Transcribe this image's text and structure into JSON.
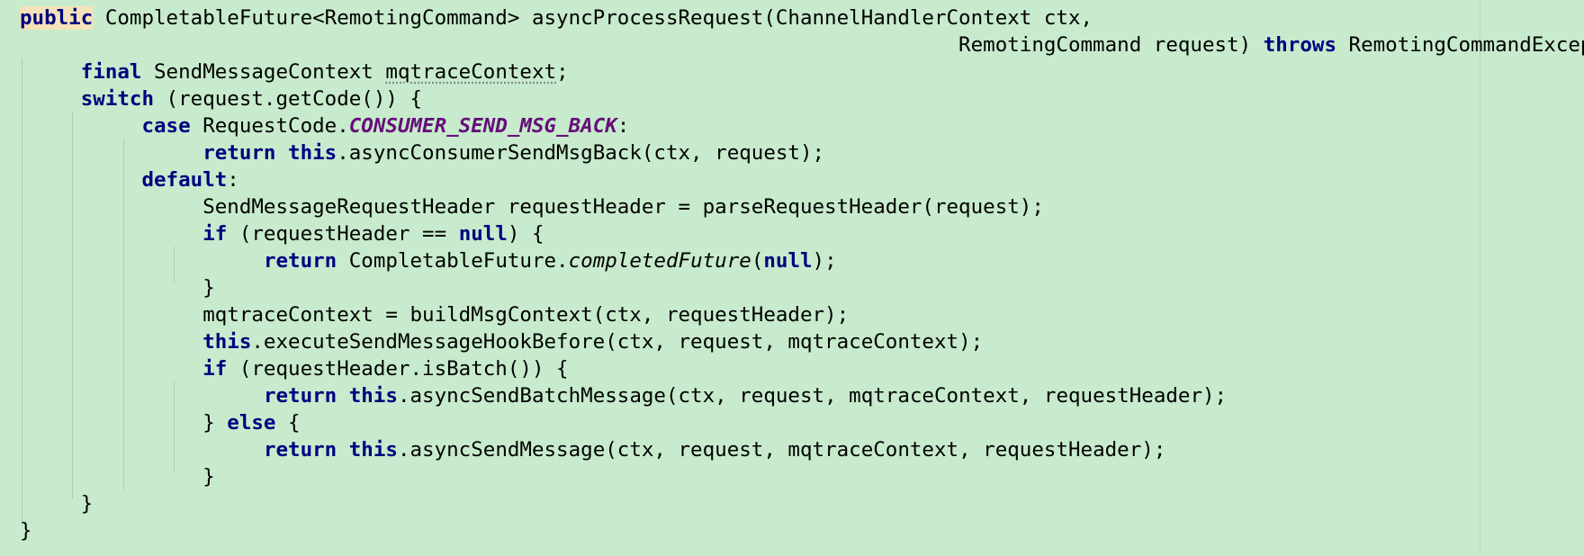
{
  "editor": {
    "language": "java",
    "colors": {
      "background": "#c7ebcc",
      "keyword": "#000080",
      "constant": "#660e7a",
      "text": "#000000"
    },
    "lines": [
      [
        {
          "t": "public",
          "s": "kw kw-hl"
        },
        {
          "t": " CompletableFuture<RemotingCommand> asyncProcessRequest(ChannelHandlerContext ctx,",
          "s": ""
        }
      ],
      [
        {
          "t": "                                                                             RemotingCommand request) ",
          "s": ""
        },
        {
          "t": "throws",
          "s": "kw"
        },
        {
          "t": " RemotingCommandException {",
          "s": ""
        }
      ],
      [
        {
          "t": "     ",
          "s": ""
        },
        {
          "t": "final",
          "s": "kw"
        },
        {
          "t": " SendMessageContext ",
          "s": ""
        },
        {
          "t": "mqtraceContext",
          "s": "underline-dotted"
        },
        {
          "t": ";",
          "s": ""
        }
      ],
      [
        {
          "t": "     ",
          "s": ""
        },
        {
          "t": "switch",
          "s": "kw"
        },
        {
          "t": " (request.getCode()) {",
          "s": ""
        }
      ],
      [
        {
          "t": "          ",
          "s": ""
        },
        {
          "t": "case",
          "s": "kw"
        },
        {
          "t": " RequestCode.",
          "s": ""
        },
        {
          "t": "CONSUMER_SEND_MSG_BACK",
          "s": "const"
        },
        {
          "t": ":",
          "s": ""
        }
      ],
      [
        {
          "t": "               ",
          "s": ""
        },
        {
          "t": "return",
          "s": "kw"
        },
        {
          "t": " ",
          "s": ""
        },
        {
          "t": "this",
          "s": "kw"
        },
        {
          "t": ".asyncConsumerSendMsgBack(ctx, request);",
          "s": ""
        }
      ],
      [
        {
          "t": "          ",
          "s": ""
        },
        {
          "t": "default",
          "s": "kw"
        },
        {
          "t": ":",
          "s": ""
        }
      ],
      [
        {
          "t": "               SendMessageRequestHeader requestHeader = parseRequestHeader(request);",
          "s": ""
        }
      ],
      [
        {
          "t": "               ",
          "s": ""
        },
        {
          "t": "if",
          "s": "kw"
        },
        {
          "t": " (requestHeader == ",
          "s": ""
        },
        {
          "t": "null",
          "s": "kw"
        },
        {
          "t": ") {",
          "s": ""
        }
      ],
      [
        {
          "t": "                    ",
          "s": ""
        },
        {
          "t": "return",
          "s": "kw"
        },
        {
          "t": " CompletableFuture.",
          "s": ""
        },
        {
          "t": "completedFuture",
          "s": "static"
        },
        {
          "t": "(",
          "s": ""
        },
        {
          "t": "null",
          "s": "kw"
        },
        {
          "t": ");",
          "s": ""
        }
      ],
      [
        {
          "t": "               }",
          "s": ""
        }
      ],
      [
        {
          "t": "               mqtraceContext = buildMsgContext(ctx, requestHeader);",
          "s": ""
        }
      ],
      [
        {
          "t": "               ",
          "s": ""
        },
        {
          "t": "this",
          "s": "kw"
        },
        {
          "t": ".executeSendMessageHookBefore(ctx, request, mqtraceContext);",
          "s": ""
        }
      ],
      [
        {
          "t": "               ",
          "s": ""
        },
        {
          "t": "if",
          "s": "kw"
        },
        {
          "t": " (requestHeader.isBatch()) {",
          "s": ""
        }
      ],
      [
        {
          "t": "                    ",
          "s": ""
        },
        {
          "t": "return",
          "s": "kw"
        },
        {
          "t": " ",
          "s": ""
        },
        {
          "t": "this",
          "s": "kw"
        },
        {
          "t": ".asyncSendBatchMessage(ctx, request, mqtraceContext, requestHeader);",
          "s": ""
        }
      ],
      [
        {
          "t": "               } ",
          "s": ""
        },
        {
          "t": "else",
          "s": "kw"
        },
        {
          "t": " {",
          "s": ""
        }
      ],
      [
        {
          "t": "                    ",
          "s": ""
        },
        {
          "t": "return",
          "s": "kw"
        },
        {
          "t": " ",
          "s": ""
        },
        {
          "t": "this",
          "s": "kw"
        },
        {
          "t": ".asyncSendMessage(ctx, request, mqtraceContext, requestHeader);",
          "s": ""
        }
      ],
      [
        {
          "t": "               }",
          "s": ""
        }
      ],
      [
        {
          "t": "     }",
          "s": ""
        }
      ],
      [
        {
          "t": "}",
          "s": ""
        }
      ]
    ]
  }
}
